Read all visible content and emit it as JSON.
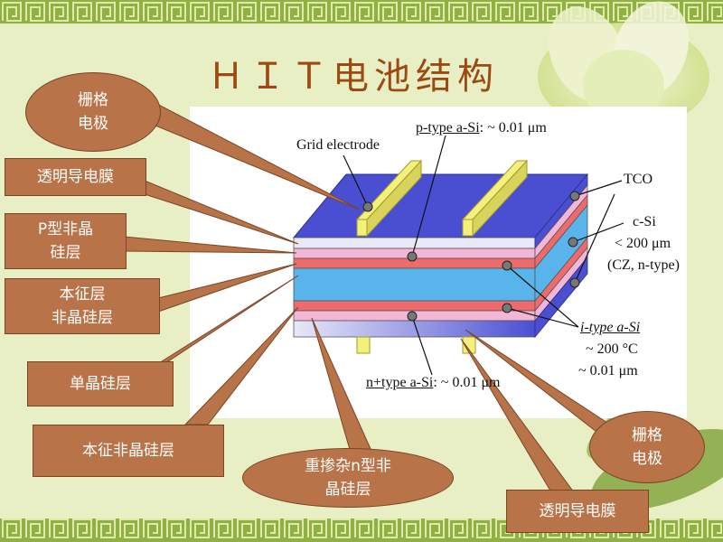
{
  "slide": {
    "title": "ＨＩＴ电池结构",
    "colors": {
      "background": "#e9efc4",
      "border_band": "#8fb043",
      "title": "#9a4a12",
      "callout_fill": "#b87348",
      "callout_text": "#ffffff",
      "layer_top_blue": "#4a4fd2",
      "layer_grid": "#f3f07c",
      "layer_pink": "#f4b6d6",
      "layer_red": "#ee6b6b",
      "layer_csi": "#58b4ea",
      "layer_bottom_lilac": "#d8d8f4"
    }
  },
  "callouts": [
    {
      "id": "grid-top",
      "text": "栅格\n电极"
    },
    {
      "id": "tco-top",
      "text": "透明导电膜"
    },
    {
      "id": "p-asi",
      "text": "P型非晶\n硅层"
    },
    {
      "id": "i-asi-top",
      "text": "本征层\n非晶硅层"
    },
    {
      "id": "csi",
      "text": "单晶硅层"
    },
    {
      "id": "i-asi-bottom",
      "text": "本征非晶硅层"
    },
    {
      "id": "n-asi",
      "text": "重掺杂n型非\n晶硅层"
    },
    {
      "id": "grid-bottom",
      "text": "栅格\n电极"
    },
    {
      "id": "tco-bottom",
      "text": "透明导电膜"
    }
  ],
  "diagram_labels": {
    "grid_electrode": "Grid electrode",
    "p_type_name": "p-type a-Si",
    "p_type_thickness": ": ~ 0.01 μm",
    "tco": "TCO",
    "csi_line1": "c-Si",
    "csi_line2": "< 200 μm",
    "csi_line3": "(CZ, n-type)",
    "i_type_name": "i-type a-Si",
    "i_type_temp": "~ 200 °C",
    "i_type_thickness": "~ 0.01 μm",
    "n_type_name": "n+type a-Si",
    "n_type_thickness": ": ~ 0.01 μm"
  }
}
